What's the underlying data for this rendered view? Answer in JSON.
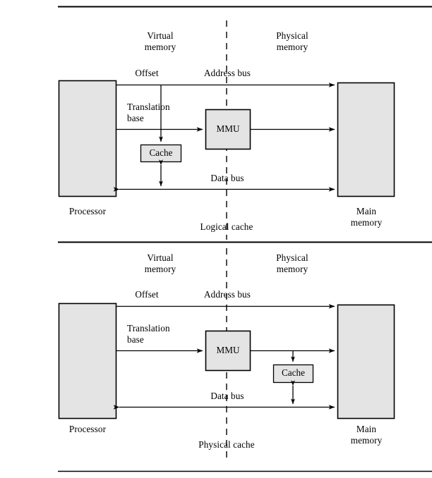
{
  "figure": {
    "type": "block-diagram",
    "subject": "Logical (virtual) cache vs physical cache organization",
    "colors": {
      "line": "#000000",
      "box_fill": "#e4e4e4",
      "box_stroke": "#000000",
      "background": "#ffffff"
    },
    "rules": {
      "top": "horizontal-rule",
      "middle": "horizontal-rule",
      "bottom": "horizontal-rule"
    }
  },
  "panels": [
    {
      "id": "logical-cache",
      "caption": "Logical cache",
      "side_labels": {
        "left": "Virtual\nmemory",
        "right": "Physical\nmemory"
      },
      "blocks": [
        {
          "id": "processor",
          "label": "Processor"
        },
        {
          "id": "mmu",
          "label": "MMU"
        },
        {
          "id": "cache",
          "label": "Cache"
        },
        {
          "id": "main-memory",
          "label": "Main\nmemory"
        }
      ],
      "bus_labels": [
        {
          "id": "offset",
          "label": "Offset"
        },
        {
          "id": "address-bus",
          "label": "Address bus"
        },
        {
          "id": "translation-base",
          "label": "Translation\nbase"
        },
        {
          "id": "data-bus",
          "label": "Data bus"
        }
      ],
      "cache_position": "virtual-side"
    },
    {
      "id": "physical-cache",
      "caption": "Physical cache",
      "side_labels": {
        "left": "Virtual\nmemory",
        "right": "Physical\nmemory"
      },
      "blocks": [
        {
          "id": "processor",
          "label": "Processor"
        },
        {
          "id": "mmu",
          "label": "MMU"
        },
        {
          "id": "cache",
          "label": "Cache"
        },
        {
          "id": "main-memory",
          "label": "Main\nmemory"
        }
      ],
      "bus_labels": [
        {
          "id": "offset",
          "label": "Offset"
        },
        {
          "id": "address-bus",
          "label": "Address bus"
        },
        {
          "id": "translation-base",
          "label": "Translation\nbase"
        },
        {
          "id": "data-bus",
          "label": "Data bus"
        }
      ],
      "cache_position": "physical-side"
    }
  ]
}
